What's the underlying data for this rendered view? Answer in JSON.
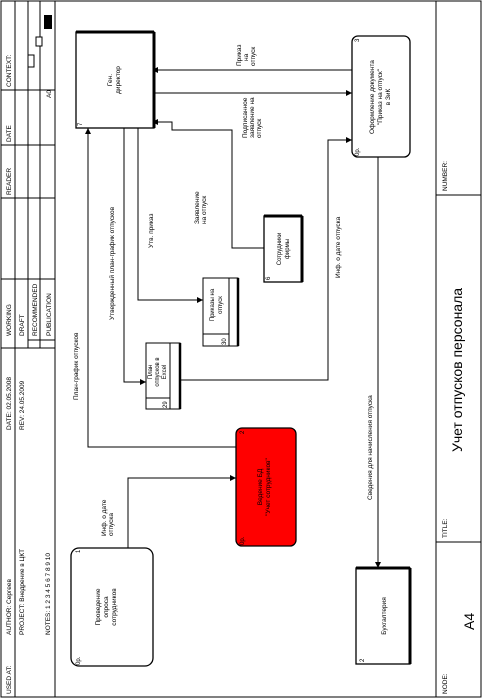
{
  "header": {
    "used_at": "USED AT:",
    "author": "AUTHOR:  Сергеев",
    "project": "PROJECT:  Внедрение в ЦКТ",
    "notes": "NOTES:  1  2  3  4  5  6  7  8  9  10",
    "date": "DATE:  02.05.2008",
    "rev": "REV:     24.05.2009",
    "status_working": "WORKING",
    "status_draft": "DRAFT",
    "status_recommended": "RECOMMENDED",
    "status_publication": "PUBLICATION",
    "reader": "READER",
    "reader_date": "DATE",
    "context": "CONTEXT:",
    "context_node": "A0"
  },
  "footer": {
    "node_label": "NODE:",
    "node_value": "A4",
    "title_label": "TITLE:",
    "title_value": "Учет отпусков персонала",
    "number_label": "NUMBER:"
  },
  "boxes": {
    "b1": {
      "lines": [
        "Проведение",
        "опроса",
        "сотрудников"
      ],
      "number": "1",
      "cost": "0р."
    },
    "b2": {
      "lines": [
        "Ведение БД",
        "\"Учет сотрудников\""
      ],
      "number": "2",
      "cost": "0р."
    },
    "b3": {
      "lines": [
        "Оформление документа",
        "\"Приказ на отпуск\"",
        "в ЗиК"
      ],
      "number": "3",
      "cost": "0р."
    },
    "gen": {
      "lines": [
        "Ген.",
        "директор"
      ],
      "number": "7"
    },
    "buh": {
      "lines": [
        "Бухгалтерия"
      ],
      "number": "2"
    },
    "plan": {
      "lines": [
        "План",
        "отпусков в",
        "Excel"
      ],
      "number": "29"
    },
    "prikazy": {
      "lines": [
        "Приказы на",
        "отпуск"
      ],
      "number": "30"
    },
    "sotr": {
      "lines": [
        "Сотрудники",
        "фирмы"
      ],
      "number": "6"
    }
  },
  "arrows": {
    "plan_grafik": "План-график отпусков",
    "utv_plan": "Утвержденный план-график отпусков",
    "utv_prikaz": "Утв. приказ",
    "zayavlenie": [
      "Заявление",
      "на отпуск"
    ],
    "podpisannoe": [
      "Подписанное",
      "заявление на",
      "отпуск"
    ],
    "prikaz_na_otpusk": [
      "Приказ",
      "на",
      "отпуск"
    ],
    "info_date_b3": "Инф. о дате отпуска",
    "info_date_b1": [
      "Инф. о дате",
      "отпуска"
    ],
    "svedeniya": "Сведения для начисления отпуска"
  },
  "colors": {
    "background": "#ffffff",
    "line": "#000000",
    "active_box_fill": "#ff0000"
  }
}
